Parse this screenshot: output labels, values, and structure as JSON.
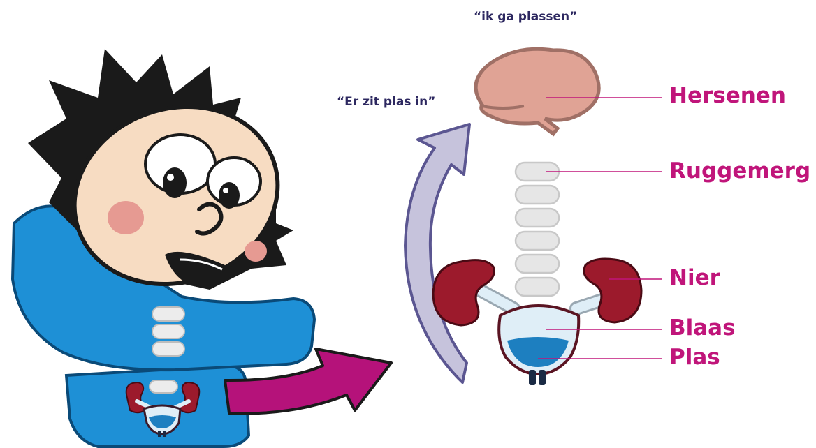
{
  "quotes": {
    "top": "“ik ga plassen”",
    "side": "“Er zit plas in”"
  },
  "labels": {
    "brain": "Hersenen",
    "spinal_cord": "Ruggemerg",
    "kidney": "Nier",
    "bladder": "Blaas",
    "urine": "Plas"
  },
  "colors": {
    "label_text": "#c0157a",
    "quote_text": "#2d2860",
    "brain": "#e0a395",
    "kidney": "#9c1a2c",
    "bladder": "#dfeef7",
    "urine": "#1d7fc0",
    "arrow_signal_up": "#c6c3dc",
    "arrow_to_diagram": "#b5127a",
    "body_blue": "#1e90d6",
    "skin": "#f7dcc2",
    "hair": "#1a1a1a",
    "vertebra": "#e6e6e6"
  },
  "icons": [
    "boy-character",
    "brain-icon",
    "spine-icon",
    "kidney-icon",
    "bladder-icon",
    "curved-arrow-up",
    "arrow-right"
  ]
}
